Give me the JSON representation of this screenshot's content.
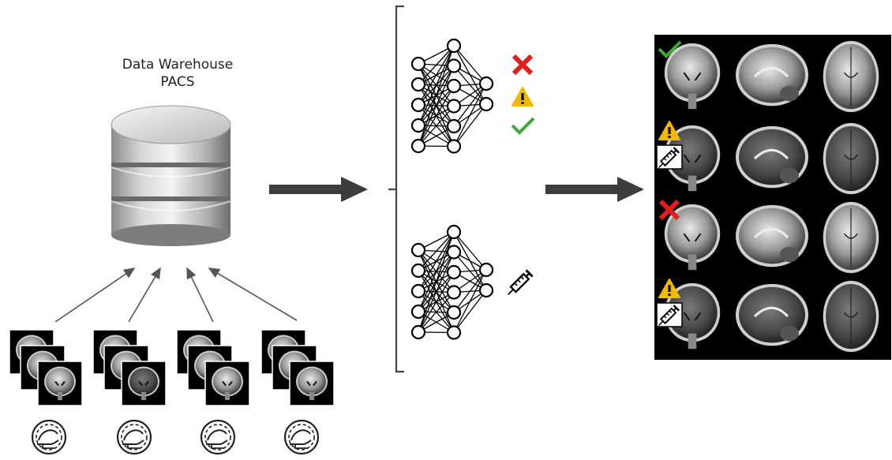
{
  "warehouse": {
    "title_line1": "Data Warehouse",
    "title_line2": "PACS"
  },
  "sources": [
    {
      "id": "hospital-1"
    },
    {
      "id": "hospital-2"
    },
    {
      "id": "hospital-3"
    },
    {
      "id": "hospital-4"
    }
  ],
  "networks": [
    {
      "id": "quality-network",
      "outputs": [
        "cross-icon",
        "warning-icon",
        "check-icon"
      ]
    },
    {
      "id": "contrast-network",
      "outputs": [
        "syringe-icon"
      ]
    }
  ],
  "results_grid": {
    "rows": [
      {
        "badges": [
          "check-icon"
        ],
        "views": [
          "coronal",
          "sagittal",
          "axial"
        ]
      },
      {
        "badges": [
          "warning-icon",
          "syringe-icon"
        ],
        "views": [
          "coronal",
          "sagittal",
          "axial"
        ]
      },
      {
        "badges": [
          "cross-icon"
        ],
        "views": [
          "coronal",
          "sagittal",
          "axial"
        ]
      },
      {
        "badges": [
          "warning-icon",
          "syringe-icon"
        ],
        "views": [
          "coronal",
          "sagittal",
          "axial"
        ]
      }
    ]
  },
  "colors": {
    "cross": "#e01e1e",
    "warning": "#f5b800",
    "check": "#3aa935",
    "arrow": "#3d3d3d",
    "panel_bg": "#000000"
  }
}
